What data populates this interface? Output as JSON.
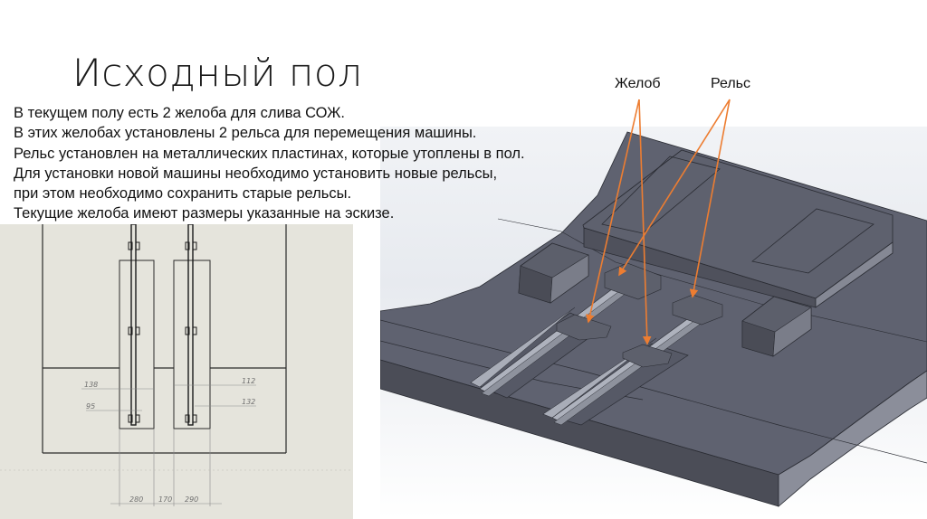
{
  "slide": {
    "title": "Исходный пол",
    "paragraphs": [
      "В текущем полу есть 2 желоба для слива СОЖ.",
      "В этих желобах установлены 2 рельса для перемещения машины.",
      "Рельс установлен на металлических пластинах, которые утоплены в пол.",
      "Для установки новой машины необходимо установить новые рельсы,",
      "при этом необходимо сохранить старые рельсы.",
      "Текущие желоба имеют размеры указанные на эскизе."
    ]
  },
  "callouts": {
    "trough_label": "Желоб",
    "rail_label": "Рельс",
    "arrow_color": "#ed7d31"
  },
  "drawing": {
    "background": "#e5e4dc",
    "dimensions": {
      "left_offset_upper": "138",
      "left_offset_lower": "95",
      "right_offset_upper": "112",
      "right_offset_lower": "132",
      "trough_left_width": "280",
      "gap_between": "170",
      "trough_right_width": "290"
    }
  },
  "model": {
    "surface_color": "#5d606d",
    "side_color": "#8a8d99",
    "rail_color": "#a9adb8"
  }
}
